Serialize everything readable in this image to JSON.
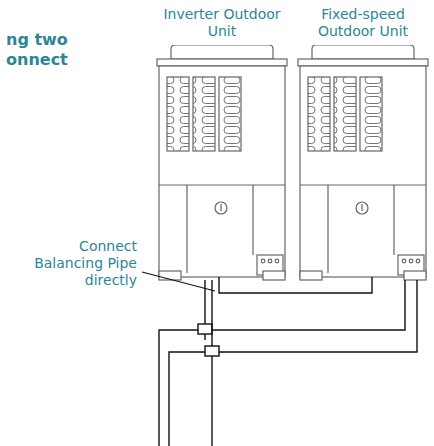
{
  "diagram": {
    "nodes": [
      {
        "text": [
          "Inverter Outdoor Unit"
        ]
      },
      {
        "text": [
          "Fixed-speed Outdoor Unit"
        ]
      }
    ],
    "edges": [
      {
        "from": 0,
        "to": 1,
        "arrow": "none"
      }
    ],
    "labels": [
      "ng two",
      "onnect",
      "Connect Balancing Pipe directly"
    ]
  }
}
